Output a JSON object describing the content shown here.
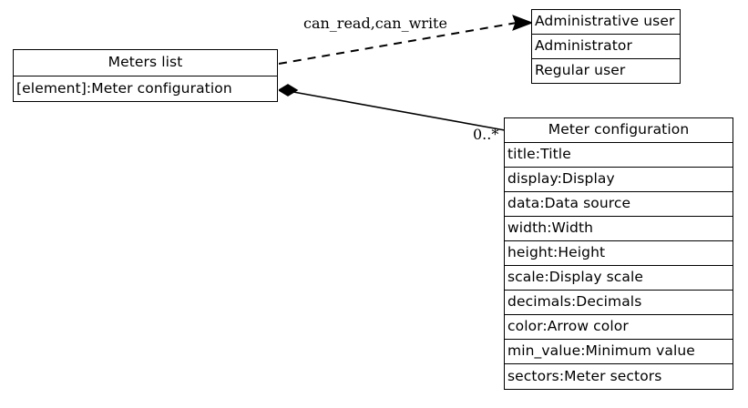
{
  "diagram": {
    "type": "uml-class-diagram",
    "background_color": "#ffffff",
    "line_color": "#000000",
    "text_color": "#000000",
    "classes": [
      {
        "id": "meters-list",
        "name": "Meters list",
        "attributes": [
          "[element]:Meter configuration"
        ]
      },
      {
        "id": "administrative-user",
        "name": "Administrative user",
        "attributes": [
          "Administrator",
          "Regular user"
        ]
      },
      {
        "id": "meter-configuration",
        "name": "Meter configuration",
        "attributes": [
          "title:Title",
          "display:Display",
          "data:Data source",
          "width:Width",
          "height:Height",
          "scale:Display scale",
          "decimals:Decimals",
          "color:Arrow color",
          "min_value:Minimum value",
          "sectors:Meter sectors"
        ]
      }
    ],
    "edges": [
      {
        "id": "permissions-edge",
        "from": "meters-list",
        "to": "administrative-user",
        "style": "dashed",
        "arrow": "open-arrow",
        "label": "can_read,can_write"
      },
      {
        "id": "composition-edge",
        "from": "meters-list",
        "to": "meter-configuration",
        "style": "solid",
        "arrow": "filled-diamond",
        "label": "0..*"
      }
    ]
  }
}
